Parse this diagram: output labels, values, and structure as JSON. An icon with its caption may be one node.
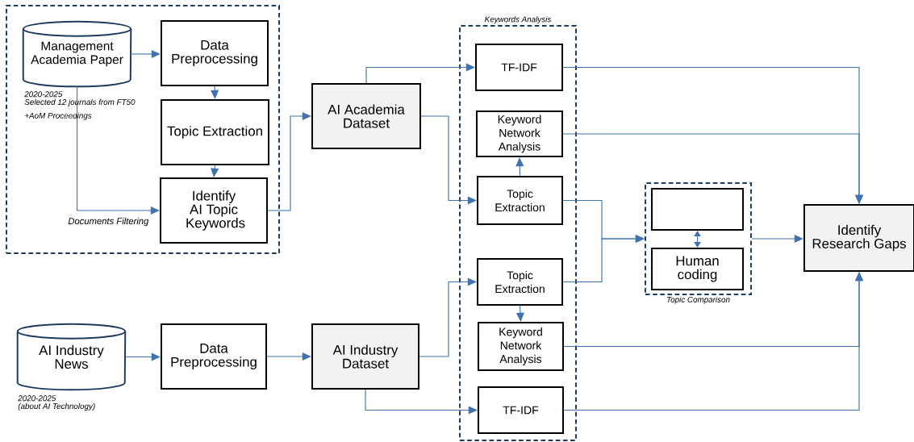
{
  "diagram": {
    "nodes": [
      {
        "text": [],
        "shape": "box"
      },
      {
        "text": [
          "Management Academia Paper"
        ],
        "in": 0,
        "beside": [
          "2020-2025",
          "Selected 12 journals from FT50 +AoM Proceedings"
        ]
      },
      {
        "text": [
          "Data Preprocessing"
        ],
        "in": 0
      },
      {
        "text": [
          "Topic Extraction"
        ],
        "in": 0
      },
      {
        "text": [
          "Identify AI Topic Keywords"
        ],
        "in": 0
      },
      {
        "text": [
          "AI Academia Dataset"
        ]
      },
      {
        "text": [
          "Keywords Analysis"
        ]
      },
      {
        "text": [
          "TF-IDF"
        ],
        "in": 6
      },
      {
        "text": [
          "Keyword Network Analysis"
        ],
        "in": 6
      },
      {
        "text": [
          "Topic Extraction"
        ],
        "in": 6
      },
      {
        "text": [
          "Topic Extraction"
        ],
        "in": 6
      },
      {
        "text": [
          "Keyword Network Analysis"
        ],
        "in": 6
      },
      {
        "text": [
          "TF-IDF"
        ],
        "in": 6
      },
      {
        "text": [
          "Topic Comparison"
        ]
      },
      {
        "text": [],
        "shape": "box",
        "in": 13
      },
      {
        "text": [
          "Human coding"
        ],
        "in": 13
      },
      {
        "text": [
          "Identify Research Gaps"
        ]
      },
      {
        "text": [
          "AI Industry News"
        ],
        "beside": [
          "2020-2025",
          "(about AI Technology)"
        ]
      },
      {
        "text": [
          "Data Preprocessing"
        ]
      },
      {
        "text": [
          "AI Industry Dataset"
        ]
      }
    ],
    "edges": [
      {
        "from": 1,
        "to": 2,
        "arrow": "to"
      },
      {
        "from": 2,
        "to": 3,
        "arrow": "to"
      },
      {
        "from": 3,
        "to": 4,
        "arrow": "to"
      },
      {
        "from": 1,
        "to": 4,
        "arrow": "to",
        "label": "Documents Filtering"
      },
      {
        "from": 4,
        "to": 5,
        "arrow": "to"
      },
      {
        "from": 5,
        "to": 7,
        "arrow": "to"
      },
      {
        "from": 5,
        "to": 9,
        "arrow": "to"
      },
      {
        "from": 9,
        "to": 8,
        "arrow": "to"
      },
      {
        "from": 9,
        "to": 13,
        "arrow": "to"
      },
      {
        "from": 10,
        "to": 13,
        "arrow": "to"
      },
      {
        "from": 13,
        "to": 16,
        "arrow": "to"
      },
      {
        "from": 14,
        "to": 15,
        "arrow": "both"
      },
      {
        "from": 7,
        "to": 16,
        "arrow": "to"
      },
      {
        "from": 8,
        "to": 16,
        "arrow": "to"
      },
      {
        "from": 11,
        "to": 16,
        "arrow": "to"
      },
      {
        "from": 12,
        "to": 16,
        "arrow": "to"
      },
      {
        "from": 17,
        "to": 18,
        "arrow": "to"
      },
      {
        "from": 18,
        "to": 19,
        "arrow": "to"
      },
      {
        "from": 19,
        "to": 10,
        "arrow": "to"
      },
      {
        "from": 10,
        "to": 11,
        "arrow": "to"
      },
      {
        "from": 19,
        "to": 12,
        "arrow": "to"
      }
    ]
  }
}
